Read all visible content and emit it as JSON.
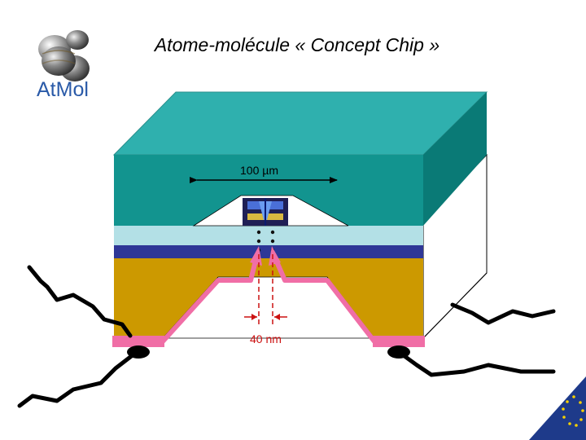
{
  "title": "Atome-molécule « Concept Chip »",
  "logo": {
    "text": "AtMol",
    "icon": "molecule-spheres-icon"
  },
  "labels": {
    "width_label": "100 µm",
    "gap_label": "40 nm"
  },
  "colors": {
    "teal_top": "#2fb0ae",
    "teal_front": "#12948f",
    "teal_side": "#0a7a76",
    "light_blue_layer": "#b3e0e6",
    "dark_blue_layer": "#2e3797",
    "gold_substrate": "#cc9900",
    "pink_electrode": "#f06ea6",
    "red_marker": "#cc1111",
    "eu_flag": "#1e3a8a"
  },
  "decorations": [
    "eu-flag-icon",
    "wire-left",
    "wire-right",
    "nano-probe-icon"
  ]
}
